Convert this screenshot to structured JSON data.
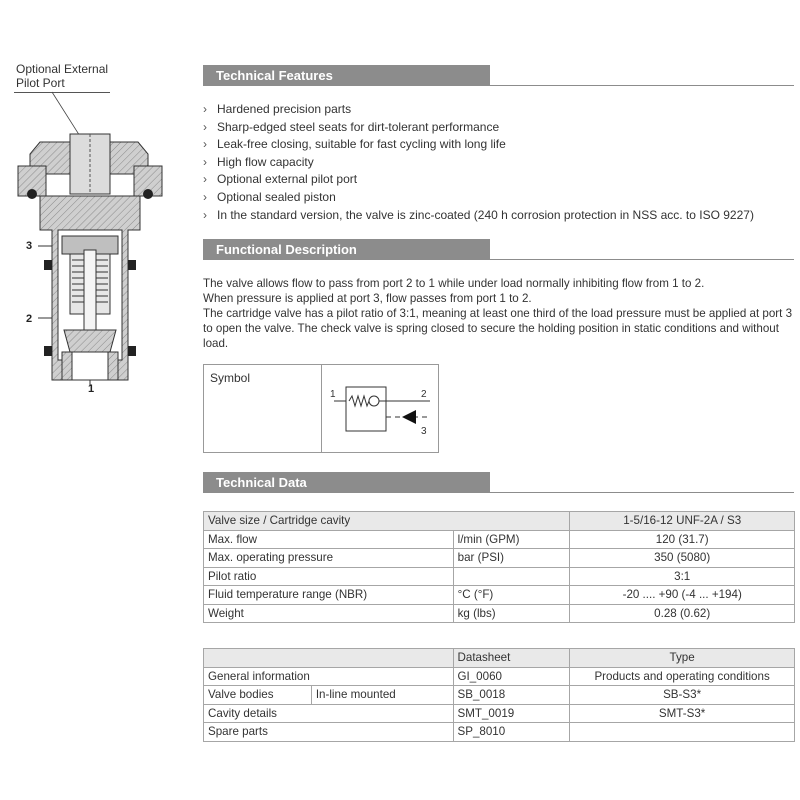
{
  "diagram": {
    "callout": {
      "line1": "Optional External",
      "line2": "Pilot Port"
    },
    "ports": {
      "p1": "1",
      "p2": "2",
      "p3": "3"
    }
  },
  "technical_features": {
    "title": "Technical Features",
    "items": [
      "Hardened precision parts",
      "Sharp-edged steel seats for dirt-tolerant performance",
      "Leak-free closing, suitable for fast cycling with long life",
      "High flow capacity",
      "Optional external pilot port",
      "Optional sealed piston",
      "In the standard version, the valve is zinc-coated (240 h corrosion protection in NSS acc. to ISO 9227)"
    ]
  },
  "functional_description": {
    "title": "Functional Description",
    "paragraphs": [
      "The valve allows flow to pass from port 2 to 1 while under load normally inhibiting flow from 1 to 2.",
      "When pressure is applied at port 3, flow passes from port 1 to 2.",
      "The cartridge valve has a pilot ratio of 3:1, meaning at least one third of the load pressure must be applied at port 3 to open the valve. The check valve is spring closed to secure the holding position in static conditions and without load."
    ],
    "symbol": {
      "label": "Symbol",
      "port1": "1",
      "port2": "2",
      "port3": "3"
    }
  },
  "technical_data": {
    "title": "Technical Data",
    "header": {
      "label": "Valve size / Cartridge cavity",
      "value": "1-5/16-12 UNF-2A / S3"
    },
    "rows": [
      {
        "label": "Max. flow",
        "unit": "l/min (GPM)",
        "value": "120 (31.7)"
      },
      {
        "label": "Max. operating pressure",
        "unit": "bar (PSI)",
        "value": "350 (5080)"
      },
      {
        "label": "Pilot ratio",
        "unit": "",
        "value": "3:1"
      },
      {
        "label": "Fluid temperature range (NBR)",
        "unit": "°C (°F)",
        "value": "-20 .... +90 (-4 ... +194)"
      },
      {
        "label": "Weight",
        "unit": "kg (lbs)",
        "value": "0.28 (0.62)"
      }
    ]
  },
  "datasheets": {
    "header": {
      "datasheet": "Datasheet",
      "type": "Type"
    },
    "rows": [
      {
        "label": "General information",
        "sub": "",
        "datasheet": "GI_0060",
        "type": "Products and operating conditions"
      },
      {
        "label": "Valve bodies",
        "sub": "In-line mounted",
        "datasheet": "SB_0018",
        "type": "SB-S3*"
      },
      {
        "label": "Cavity details",
        "sub": "",
        "datasheet": "SMT_0019",
        "type": "SMT-S3*"
      },
      {
        "label": "Spare parts",
        "sub": "",
        "datasheet": "SP_8010",
        "type": ""
      }
    ]
  }
}
